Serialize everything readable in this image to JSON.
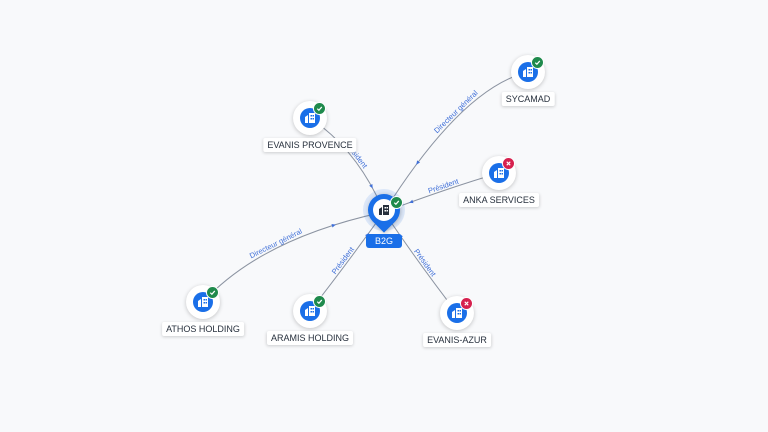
{
  "graph": {
    "center": {
      "label": "B2G",
      "icon": "building-icon",
      "status": "ok"
    },
    "nodes": [
      {
        "id": "sycamad",
        "label": "SYCAMAD",
        "icon": "building-icon",
        "status": "ok",
        "edge_label": "Directeur général"
      },
      {
        "id": "evanis-provence",
        "label": "EVANIS PROVENCE",
        "icon": "building-icon",
        "status": "ok",
        "edge_label": "Président"
      },
      {
        "id": "anka-services",
        "label": "ANKA SERVICES",
        "icon": "building-icon",
        "status": "ko",
        "edge_label": "Président"
      },
      {
        "id": "athos-holding",
        "label": "ATHOS HOLDING",
        "icon": "building-icon",
        "status": "ok",
        "edge_label": "Directeur général"
      },
      {
        "id": "aramis-holding",
        "label": "ARAMIS HOLDING",
        "icon": "building-icon",
        "status": "ok",
        "edge_label": "Président"
      },
      {
        "id": "evanis-azur",
        "label": "EVANIS-AZUR",
        "icon": "building-icon",
        "status": "ko",
        "edge_label": "Président"
      }
    ]
  },
  "colors": {
    "node_blue": "#1a6fe8",
    "status_ok": "#1f8a4c",
    "status_ko": "#d6204e",
    "edge_label": "#3f6fd8"
  }
}
